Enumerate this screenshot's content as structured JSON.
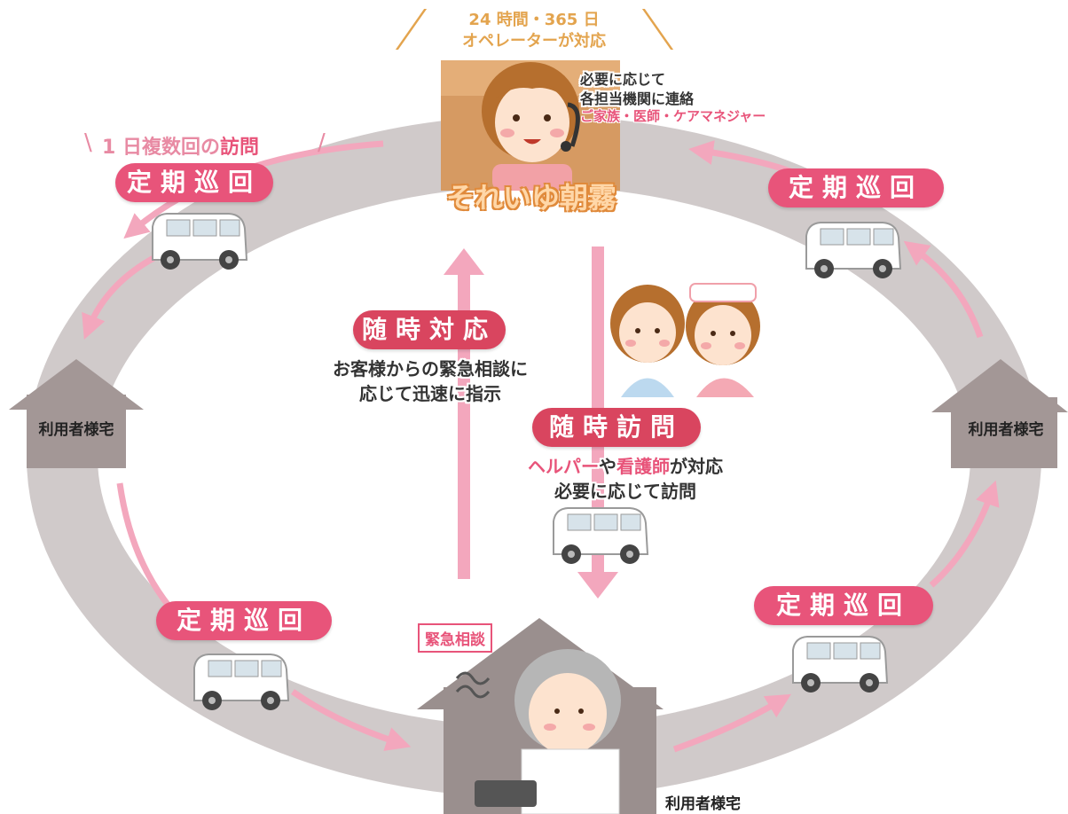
{
  "header": {
    "line1": "24 時間・365 日",
    "line2": "オペレーターが対応"
  },
  "operator": {
    "note_line1": "必要に応じて",
    "note_line2": "各担当機関に連絡",
    "note_line3": "ご家族・医師・ケアマネジャー",
    "name": "それいゆ朝霧"
  },
  "visits_note": {
    "prefix": "1 日複数回の",
    "highlight": "訪問"
  },
  "patrol": {
    "label": "定期巡回"
  },
  "on_demand_response": {
    "badge": "随時対応",
    "line1": "お客様からの緊急相談に",
    "line2": "応じて迅速に指示"
  },
  "on_demand_visit": {
    "badge": "随時訪問",
    "line1_part1": "ヘルパー",
    "line1_part2": "や",
    "line1_part3": "看護師",
    "line1_part4": "が対応",
    "line2": "必要に応じて訪問"
  },
  "emergency": {
    "label": "緊急相談"
  },
  "homes": {
    "label": "利用者様宅"
  },
  "colors": {
    "pink": "#e8547a",
    "ring": "#c9c2c2",
    "house": "#9a8f8e",
    "orange": "#e3a44e",
    "operator_bg": "#d89a62"
  }
}
